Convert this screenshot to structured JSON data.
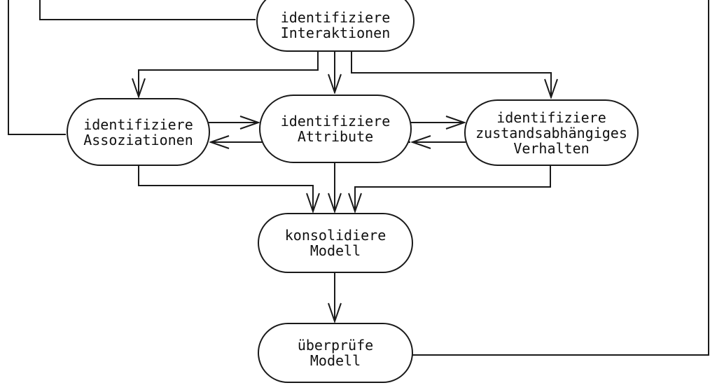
{
  "diagram": {
    "type": "flowchart",
    "language": "de",
    "background": "#ffffff",
    "stroke_color": "#1a1a1a",
    "text_color": "#111111",
    "nodes": {
      "interaktionen": {
        "lines": [
          "identifiziere",
          "Interaktionen"
        ]
      },
      "assoziationen": {
        "lines": [
          "identifiziere",
          "Assoziationen"
        ]
      },
      "attribute": {
        "lines": [
          "identifiziere",
          "Attribute"
        ]
      },
      "verhalten": {
        "lines": [
          "identifiziere",
          "zustandsabhängiges",
          "Verhalten"
        ]
      },
      "konsolidiere": {
        "lines": [
          "konsolidiere",
          "Modell"
        ]
      },
      "ueberpruefe": {
        "lines": [
          "überprüfe",
          "Modell"
        ]
      }
    },
    "edges": [
      {
        "from": "offscreen-top",
        "to": "identifiziere Assoziationen",
        "arrowhead": false
      },
      {
        "from": "offscreen-top",
        "to": "identifiziere Interaktionen",
        "arrowhead": false
      },
      {
        "from": "identifiziere Interaktionen",
        "to": "identifiziere Assoziationen",
        "arrowhead": true
      },
      {
        "from": "identifiziere Interaktionen",
        "to": "identifiziere Attribute",
        "arrowhead": true
      },
      {
        "from": "identifiziere Interaktionen",
        "to": "identifiziere zustandsabhängiges Verhalten",
        "arrowhead": true
      },
      {
        "from": "identifiziere Assoziationen",
        "to": "identifiziere Attribute",
        "arrowhead": true
      },
      {
        "from": "identifiziere Attribute",
        "to": "identifiziere Assoziationen",
        "arrowhead": true
      },
      {
        "from": "identifiziere Attribute",
        "to": "identifiziere zustandsabhängiges Verhalten",
        "arrowhead": true
      },
      {
        "from": "identifiziere zustandsabhängiges Verhalten",
        "to": "identifiziere Attribute",
        "arrowhead": true
      },
      {
        "from": "identifiziere Assoziationen",
        "to": "konsolidiere Modell",
        "arrowhead": true
      },
      {
        "from": "identifiziere Attribute",
        "to": "konsolidiere Modell",
        "arrowhead": true
      },
      {
        "from": "identifiziere zustandsabhängiges Verhalten",
        "to": "konsolidiere Modell",
        "arrowhead": true
      },
      {
        "from": "konsolidiere Modell",
        "to": "überprüfe Modell",
        "arrowhead": true
      },
      {
        "from": "überprüfe Modell",
        "to": "offscreen-top-right",
        "arrowhead": false
      }
    ]
  }
}
